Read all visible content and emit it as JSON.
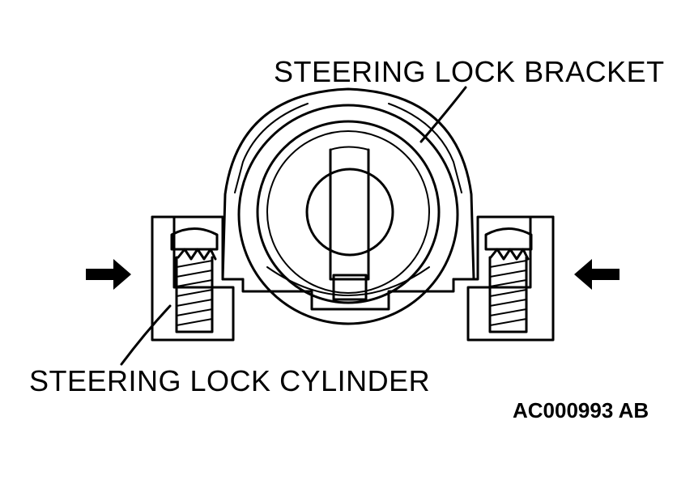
{
  "labels": {
    "bracket": "STEERING LOCK BRACKET",
    "cylinder": "STEERING LOCK CYLINDER",
    "figure_code": "AC000993 AB"
  },
  "colors": {
    "ink": "#000000",
    "paper": "#ffffff"
  },
  "icons": [
    "arrow-right-icon",
    "arrow-left-icon"
  ]
}
